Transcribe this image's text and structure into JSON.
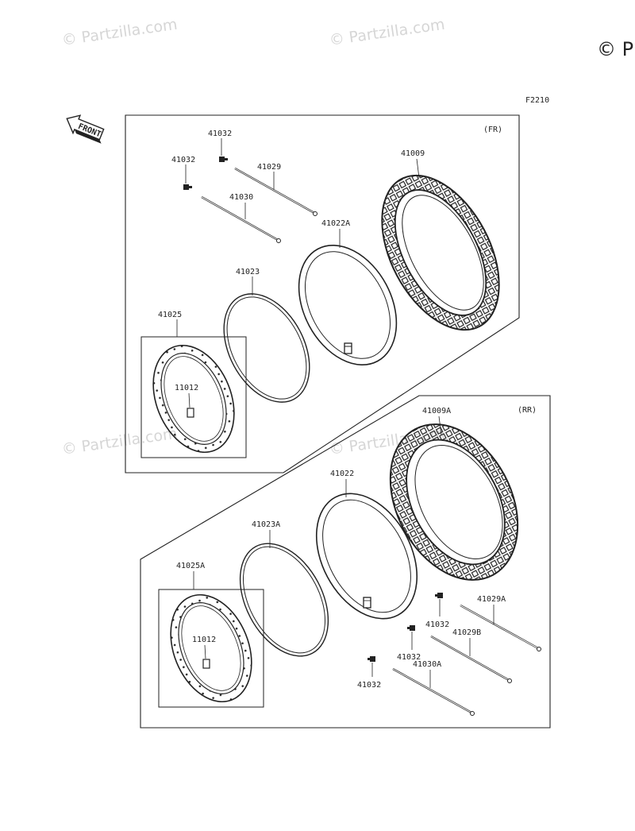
{
  "figure_code": "F2210",
  "watermark": "© Partzilla.com",
  "watermark_corner": "© P",
  "front_label": "FRONT",
  "sections": {
    "front": {
      "label": "(FR)"
    },
    "rear": {
      "label": "(RR)"
    }
  },
  "parts": {
    "fr_valve_upper": "41032",
    "fr_valve_left": "41032",
    "fr_spoke_upper": "41029",
    "fr_spoke_lower": "41030",
    "fr_tire": "41009",
    "fr_tube": "41022A",
    "fr_rim_band": "41023",
    "fr_rim": "41025",
    "fr_nipple": "11012",
    "rr_tire": "41009A",
    "rr_tube": "41022",
    "rr_rim_band": "41023A",
    "rr_rim": "41025A",
    "rr_nipple": "11012",
    "rr_valve_upper": "41032",
    "rr_spoke_upper": "41029A",
    "rr_valve_mid": "41032",
    "rr_spoke_mid": "41029B",
    "rr_valve_lower": "41032",
    "rr_spoke_lower": "41030A"
  },
  "colors": {
    "ink": "#222222",
    "watermark": "#d6d6d6"
  }
}
